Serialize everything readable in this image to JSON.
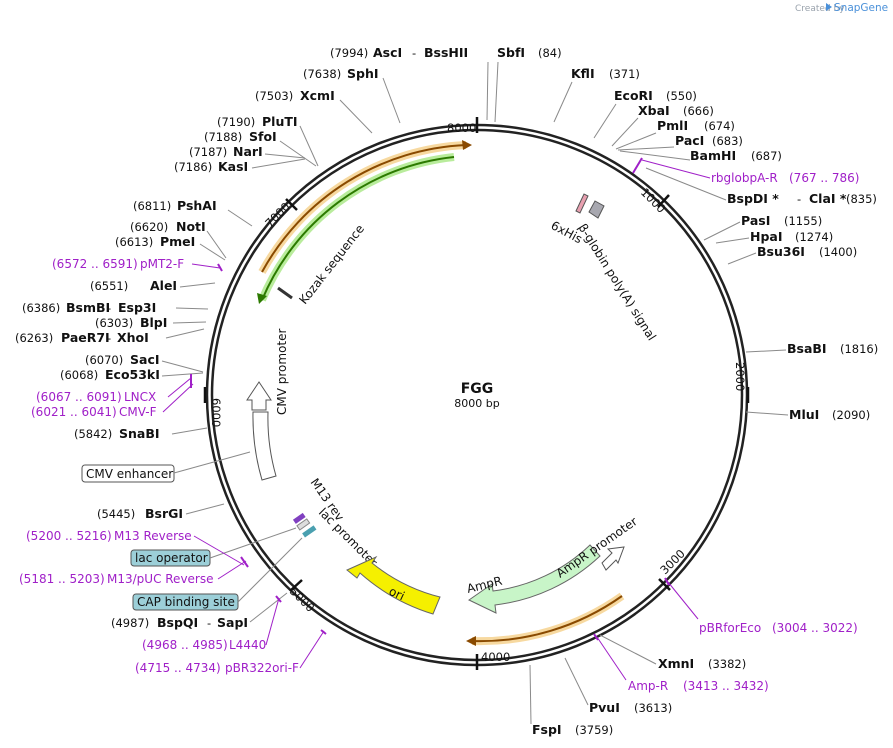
{
  "brand": {
    "created_by": "Created by",
    "name": "SnapGene"
  },
  "plasmid": {
    "name": "FGG",
    "size_label": "8000 bp"
  },
  "ticks": [
    "8000",
    "1000",
    "2000",
    "3000",
    "4000",
    "5000",
    "6000",
    "7000"
  ],
  "sites": [
    {
      "pos": "(7994)",
      "name": "AscI",
      "sep": "-",
      "name2": "BssHII"
    },
    {
      "pos": "(84)",
      "name": "SbfI"
    },
    {
      "pos": "(371)",
      "name": "KflI"
    },
    {
      "pos": "(7638)",
      "name": "SphI"
    },
    {
      "pos": "(7503)",
      "name": "XcmI"
    },
    {
      "pos": "(550)",
      "name": "EcoRI"
    },
    {
      "pos": "(666)",
      "name": "XbaI"
    },
    {
      "pos": "(674)",
      "name": "PmlI"
    },
    {
      "pos": "(683)",
      "name": "PacI"
    },
    {
      "pos": "(687)",
      "name": "BamHI"
    },
    {
      "pos": "(7190)",
      "name": "PluTI"
    },
    {
      "pos": "(7188)",
      "name": "SfoI"
    },
    {
      "pos": "(7187)",
      "name": "NarI"
    },
    {
      "pos": "(7186)",
      "name": "KasI"
    },
    {
      "pos": "(835)",
      "name": "BspDI *",
      "sep": "-",
      "name2": "ClaI *"
    },
    {
      "pos": "(6811)",
      "name": "PshAI"
    },
    {
      "pos": "(1155)",
      "name": "PasI"
    },
    {
      "pos": "(6620)",
      "name": "NotI"
    },
    {
      "pos": "(1274)",
      "name": "HpaI"
    },
    {
      "pos": "(6613)",
      "name": "PmeI"
    },
    {
      "pos": "(1400)",
      "name": "Bsu36I"
    },
    {
      "pos": "(6551)",
      "name": "AleI"
    },
    {
      "pos": "(6386)",
      "name": "BsmBI",
      "sep": "-",
      "name2": "Esp3I"
    },
    {
      "pos": "(6303)",
      "name": "BlpI"
    },
    {
      "pos": "(6263)",
      "name": "PaeR7I",
      "sep": "-",
      "name2": "XhoI"
    },
    {
      "pos": "(1816)",
      "name": "BsaBI"
    },
    {
      "pos": "(6070)",
      "name": "SacI"
    },
    {
      "pos": "(6068)",
      "name": "Eco53kI"
    },
    {
      "pos": "(2090)",
      "name": "MluI"
    },
    {
      "pos": "(5842)",
      "name": "SnaBI"
    },
    {
      "pos": "(5445)",
      "name": "BsrGI"
    },
    {
      "pos": "(4987)",
      "name": "BspQI",
      "sep": "-",
      "name2": "SapI"
    },
    {
      "pos": "(3382)",
      "name": "XmnI"
    },
    {
      "pos": "(3613)",
      "name": "PvuI"
    },
    {
      "pos": "(3759)",
      "name": "FspI"
    }
  ],
  "primers": [
    {
      "name": "rbglobpA-R",
      "range": "(767 .. 786)"
    },
    {
      "name": "pMT2-F",
      "range": "(6572 .. 6591)"
    },
    {
      "name": "LNCX",
      "range": "(6067 .. 6091)"
    },
    {
      "name": "CMV-F",
      "range": "(6021 .. 6041)"
    },
    {
      "name": "M13 Reverse",
      "range": "(5200 .. 5216)"
    },
    {
      "name": "M13/pUC Reverse",
      "range": "(5181 .. 5203)"
    },
    {
      "name": "L4440",
      "range": "(4968 .. 4985)"
    },
    {
      "name": "pBR322ori-F",
      "range": "(4715 .. 4734)"
    },
    {
      "name": "pBRforEco",
      "range": "(3004 .. 3022)"
    },
    {
      "name": "Amp-R",
      "range": "(3413 .. 3432)"
    }
  ],
  "features": [
    "Kozak sequence",
    "6xHis",
    "β-globin poly(A) signal",
    "CMV promoter",
    "CMV enhancer",
    "M13 rev",
    "lac promoter",
    "lac operator",
    "CAP binding site",
    "ori",
    "AmpR",
    "AmpR promoter"
  ],
  "colors": {
    "orf_orange": "#f0a030",
    "orf_green": "#5cc02a",
    "ori_yellow": "#f5f000",
    "ampr_green": "#c8f5c8",
    "box_blue": "#9ccfd8",
    "primer_purple": "#a020c8",
    "cmv_white": "#ffffff"
  }
}
